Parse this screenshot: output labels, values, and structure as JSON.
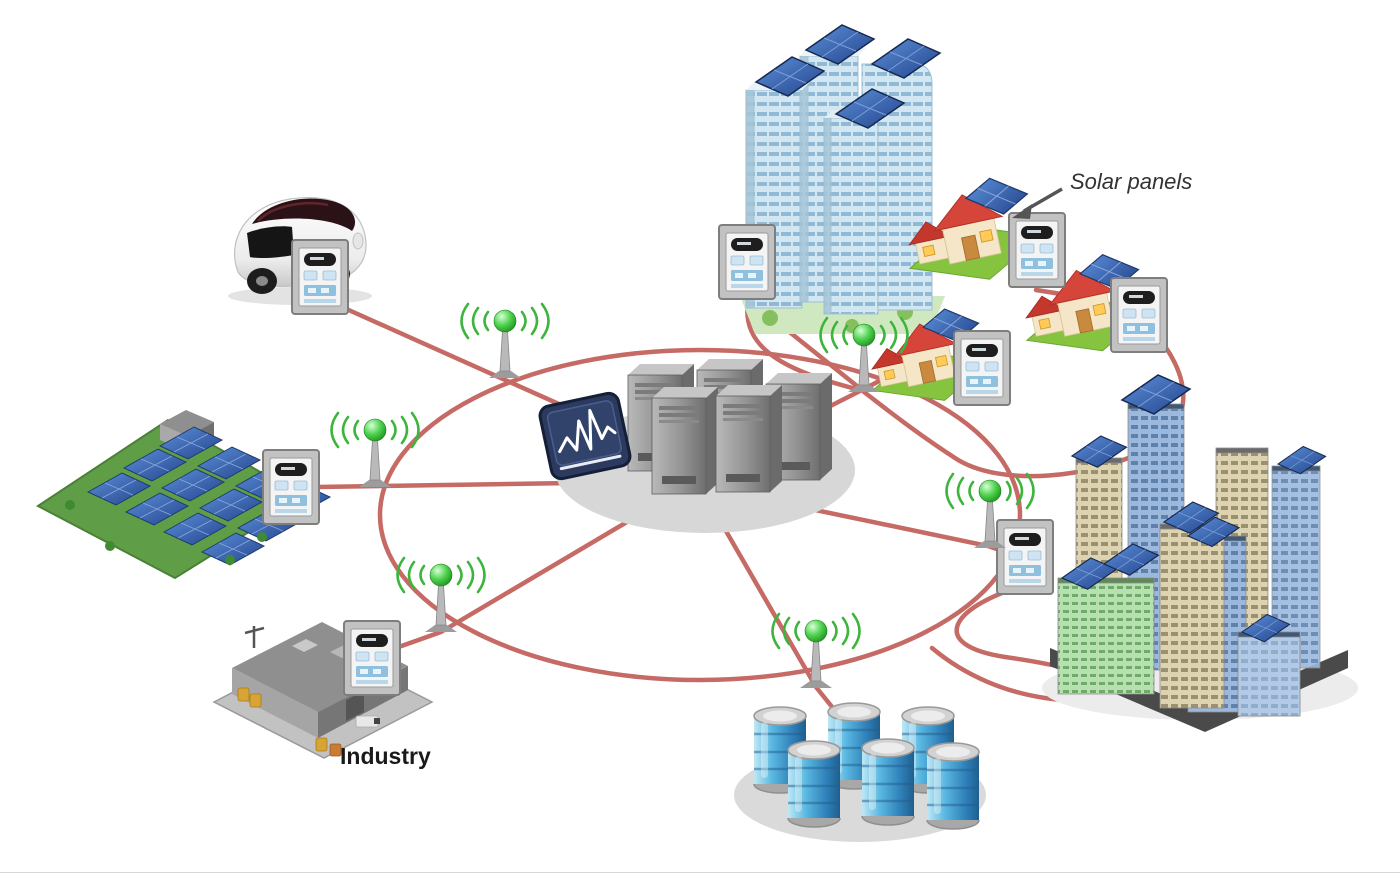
{
  "diagram": {
    "type": "smart-grid-network-illustration",
    "labels": {
      "solar_panels": "Solar panels",
      "industry": "Industry"
    },
    "nodes": [
      {
        "id": "control-center",
        "icon": "server-cluster-icon"
      },
      {
        "id": "monitoring-display",
        "icon": "waveform-monitor-icon"
      },
      {
        "id": "electric-car",
        "icon": "electric-car-icon"
      },
      {
        "id": "solar-farm",
        "icon": "solar-panel-array-icon"
      },
      {
        "id": "industry-plant",
        "icon": "factory-icon",
        "label": "Industry"
      },
      {
        "id": "battery-storage",
        "icon": "battery-bank-icon",
        "battery_count": 6
      },
      {
        "id": "apartment-towers",
        "icon": "apartment-towers-icon"
      },
      {
        "id": "solar-houses",
        "icon": "house-icon",
        "house_count": 3,
        "label": "Solar panels"
      },
      {
        "id": "city-district",
        "icon": "city-buildings-icon"
      }
    ],
    "smart_meter_count": 8,
    "antenna_count": 6,
    "colors": {
      "network_line": "#C2635C",
      "antenna_signal_green": "#3DB53D",
      "antenna_ball_green": "#21A321",
      "solar_panel_blue": "#2C4A8C",
      "battery_blue": "#2E7FB8",
      "meter_body_gray": "#C2C2C2",
      "house_roof_red": "#D6453A",
      "label_text": "#333333",
      "background": "#FFFFFF"
    }
  }
}
